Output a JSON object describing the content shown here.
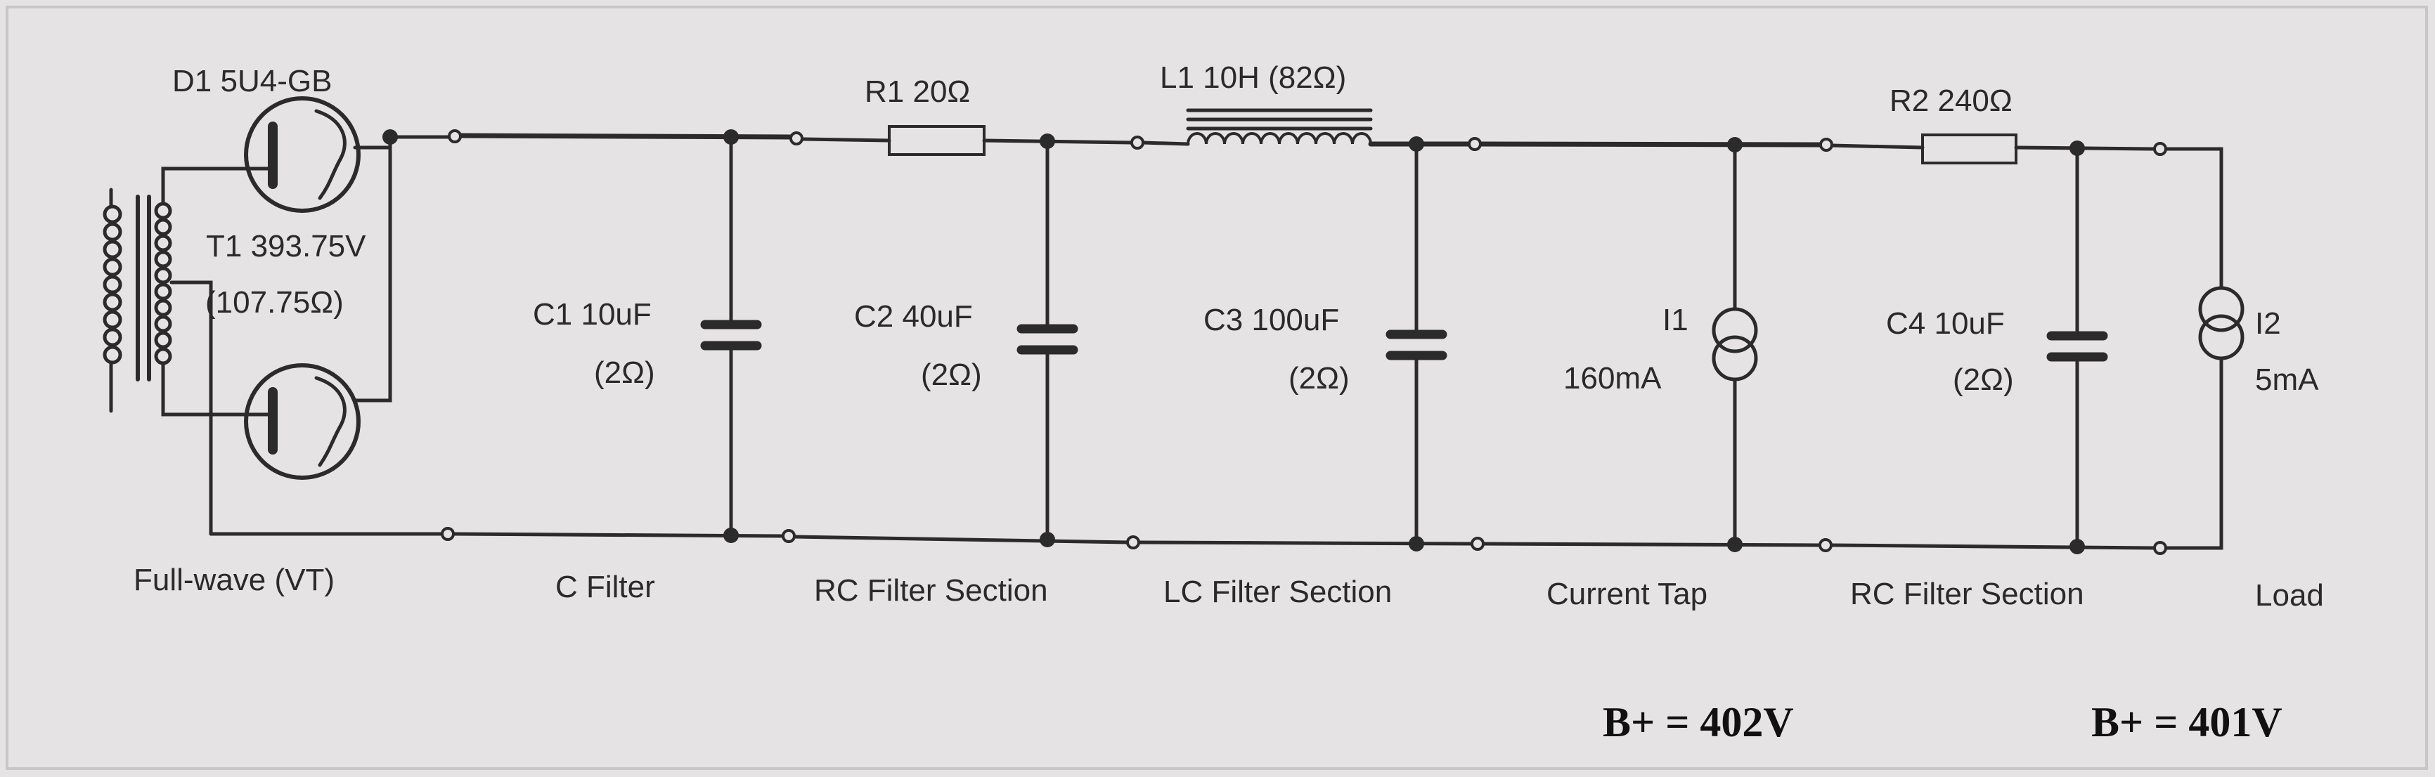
{
  "components": {
    "d1": "D1 5U4-GB",
    "t1_line1": "T1 393.75V",
    "t1_line2": "(107.75Ω)",
    "r1": "R1 20Ω",
    "l1": "L1 10H (82Ω)",
    "r2": "R2 240Ω",
    "c1_line1": "C1 10uF",
    "c1_line2": "(2Ω)",
    "c2_line1": "C2 40uF",
    "c2_line2": "(2Ω)",
    "c3_line1": "C3 100uF",
    "c3_line2": "(2Ω)",
    "i1_line1": "I1",
    "i1_line2": "160mA",
    "c4_line1": "C4 10uF",
    "c4_line2": "(2Ω)",
    "i2_line1": "I2",
    "i2_line2": "5mA"
  },
  "sections": {
    "rectifier": "Full-wave (VT)",
    "c_filter": "C Filter",
    "rc1": "RC Filter Section",
    "lc": "LC Filter Section",
    "tap": "Current Tap",
    "rc2": "RC Filter Section",
    "load": "Load"
  },
  "voltages": {
    "tap": "B+ = 402V",
    "load": "B+ = 401V"
  }
}
